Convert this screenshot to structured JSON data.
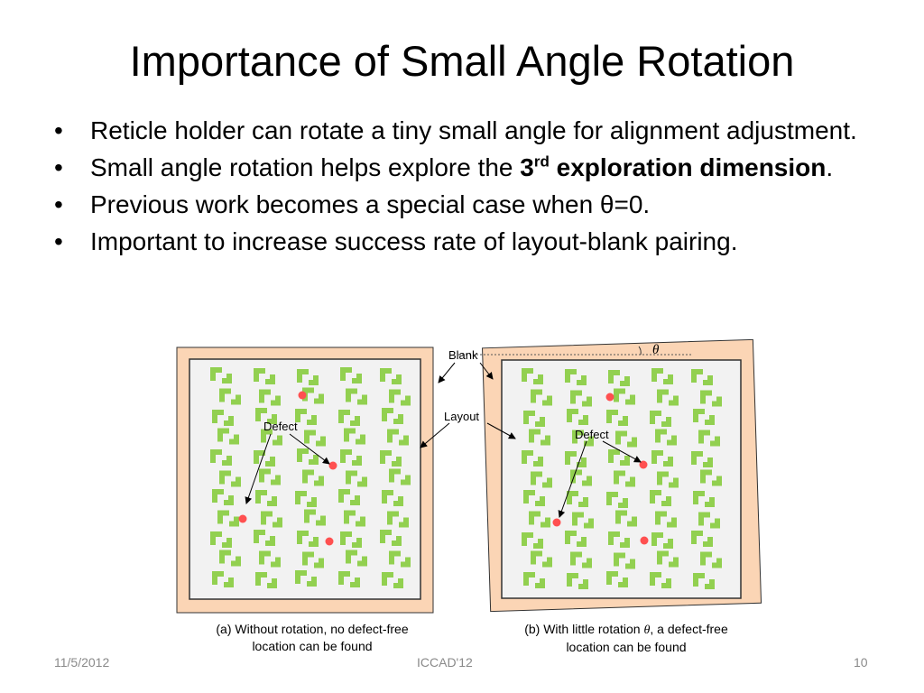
{
  "slide": {
    "title": "Importance of Small Angle Rotation",
    "bullets": [
      {
        "text": "Reticle holder can rotate a tiny small angle for alignment adjustment."
      },
      {
        "text_before": "Small angle rotation helps explore the ",
        "bold_number": "3",
        "bold_sup": "rd",
        "bold_rest": " exploration dimension",
        "text_after": "."
      },
      {
        "text": "Previous work becomes a special case when θ=0."
      },
      {
        "text": "Important to increase success rate of layout-blank pairing."
      }
    ],
    "bullet_char": "•"
  },
  "figure": {
    "labels": {
      "blank": "Blank",
      "layout": "Layout",
      "defect": "Defect",
      "theta": "θ"
    },
    "captions": {
      "left_line1": "(a) Without rotation, no defect-free",
      "left_line2": "location can be found",
      "right_line1_a": "(b) With little rotation ",
      "right_line1_theta": "θ",
      "right_line1_b": ", a defect-free",
      "right_line2": "location can be found"
    },
    "colors": {
      "blank_fill": "#fbd5b5",
      "layout_fill": "#f2f2f2",
      "pattern": "#92d050",
      "defect": "#ff5050"
    }
  },
  "footer": {
    "date": "11/5/2012",
    "conference": "ICCAD'12",
    "page": "10"
  }
}
